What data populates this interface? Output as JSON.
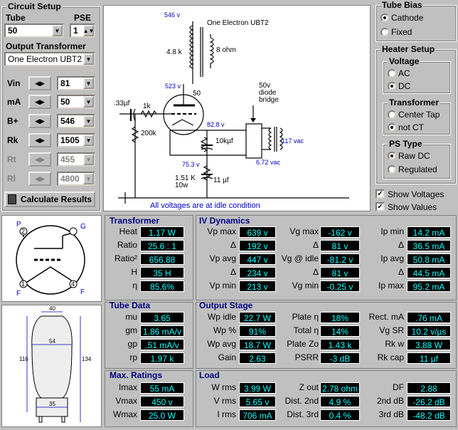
{
  "circuit_setup": {
    "title": "Circuit Setup",
    "tube_label": "Tube",
    "tube_value": "50",
    "pse_label": "PSE",
    "pse_value": "1",
    "ot_label": "Output Transformer",
    "ot_value": "One Electron UBT2",
    "vin_label": "Vin",
    "vin_value": "81",
    "ma_label": "mA",
    "ma_value": "50",
    "bplus_label": "B+",
    "bplus_value": "546",
    "rk_label": "Rk",
    "rk_value": "1505",
    "rt_label": "Rt",
    "rt_value": "455",
    "rl_label": "Rl",
    "rl_value": "4800",
    "calc_label": "Calculate Results"
  },
  "schematic": {
    "b_plus_v": "546 v",
    "xfmr_name": "One Electron UBT2",
    "primary_z": "4.8 k",
    "secondary_z": "8 ohm",
    "plate_v": "523 v",
    "tube_num": "50",
    "cap": ".33µf",
    "grid_r": "1k",
    "leak_r": "200k",
    "cathode_v": "82.8 v",
    "filter_cap": "10kµf",
    "diode_note": "50v\ndiode\nbridge",
    "ac_v": "117 vac",
    "dc_v": "6.72 vac",
    "cathode_node": "75.3 v",
    "rk_val": "1.51 K\n10w",
    "bypass_cap": "11 µf",
    "footer": "All voltages are at idle condition"
  },
  "tube_bias": {
    "title": "Tube Bias",
    "opt1": "Cathode",
    "opt2": "Fixed",
    "selected": "Cathode"
  },
  "heater_setup": {
    "title": "Heater Setup",
    "voltage_title": "Voltage",
    "v_ac": "AC",
    "v_dc": "DC",
    "v_selected": "DC",
    "xfmr_title": "Transformer",
    "x_ct": "Center Tap",
    "x_not": "not CT",
    "x_selected": "not CT",
    "ps_title": "PS Type",
    "ps_raw": "Raw DC",
    "ps_reg": "Regulated",
    "ps_selected": "Raw DC"
  },
  "show_voltages": "Show Voltages",
  "show_values": "Show Values",
  "pinout": {
    "p2": "2",
    "g": "G",
    "p1": "1",
    "p4": "4",
    "f1": "F",
    "f2": "F",
    "p": "P"
  },
  "dims": {
    "top": "40",
    "mid": "54",
    "h1": "116",
    "h2": "134",
    "base": "35"
  },
  "transformer": {
    "title": "Transformer",
    "rows": [
      {
        "l": "Heat",
        "v": "1.17 W"
      },
      {
        "l": "Ratio",
        "v": "25.6 : 1"
      },
      {
        "l": "Ratio²",
        "v": "656.88"
      },
      {
        "l": "H",
        "v": "35 H"
      },
      {
        "l": "η",
        "v": "85.6%"
      }
    ]
  },
  "iv": {
    "title": "IV Dynamics",
    "rows": [
      [
        "Vp max",
        "639 v",
        "Vg max",
        "-162 v",
        "Ip min",
        "14.2 mA"
      ],
      [
        "Δ",
        "192 v",
        "Δ",
        "81 v",
        "Δ",
        "36.5 mA"
      ],
      [
        "Vp avg",
        "447 v",
        "Vg @ idle",
        "-81.2 v",
        "Ip avg",
        "50.8 mA"
      ],
      [
        "Δ",
        "234 v",
        "Δ",
        "81 v",
        "Δ",
        "44.5 mA"
      ],
      [
        "Vp min",
        "213 v",
        "Vg min",
        "-0.25 v",
        "Ip max",
        "95.2 mA"
      ]
    ]
  },
  "tube_data": {
    "title": "Tube Data",
    "rows": [
      {
        "l": "mu",
        "v": "3.65"
      },
      {
        "l": "gm",
        "v": "1.86 mA/v"
      },
      {
        "l": "gp",
        "v": ".51 mA/v"
      },
      {
        "l": "rp",
        "v": "1.97 k"
      }
    ]
  },
  "output": {
    "title": "Output Stage",
    "rows": [
      [
        "Wp idle",
        "22.7 W",
        "Plate η",
        "18%",
        "Rect. mA",
        ".76 mA"
      ],
      [
        "Wp %",
        "91%",
        "Total η",
        "14%",
        "Vg SR",
        "10.2 v/µs"
      ],
      [
        "Wp avg",
        "18.7 W",
        "Plate Zo",
        "1.43 k",
        "Rk w",
        "3.88 W"
      ],
      [
        "Gain",
        "2.63",
        "PSRR",
        "-3 dB",
        "Rk cap",
        "11 µf"
      ]
    ]
  },
  "max_ratings": {
    "title": "Max. Ratings",
    "rows": [
      {
        "l": "Imax",
        "v": "55 mA"
      },
      {
        "l": "Vmax",
        "v": "450 v"
      },
      {
        "l": "Wmax",
        "v": "25.0 W"
      }
    ]
  },
  "load": {
    "title": "Load",
    "rows": [
      [
        "W rms",
        "3.99 W",
        "Z out",
        "2.78 ohm",
        "DF",
        "2.88"
      ],
      [
        "V rms",
        "5.65 v",
        "Dist. 2nd",
        "4.9 %",
        "2nd dB",
        "-26.2 dB"
      ],
      [
        "I rms",
        "706 mA",
        "Dist. 3rd",
        "0.4 %",
        "3rd dB",
        "-48.2 dB"
      ]
    ]
  }
}
